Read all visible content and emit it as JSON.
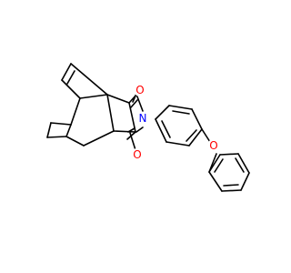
{
  "colors": {
    "background": "#ffffff",
    "bond": "#000000",
    "oxygen": "#ff0000",
    "nitrogen": "#0000ff"
  },
  "atoms": {
    "o_top": "O",
    "o_bottom": "O",
    "n_imide": "N",
    "o_ether": "O"
  }
}
